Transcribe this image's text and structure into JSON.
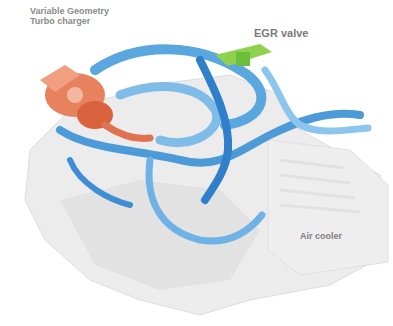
{
  "diagram": {
    "labels": [
      "Variable Geometry Turbo charger",
      "EGR valve",
      "Air cooler"
    ]
  }
}
